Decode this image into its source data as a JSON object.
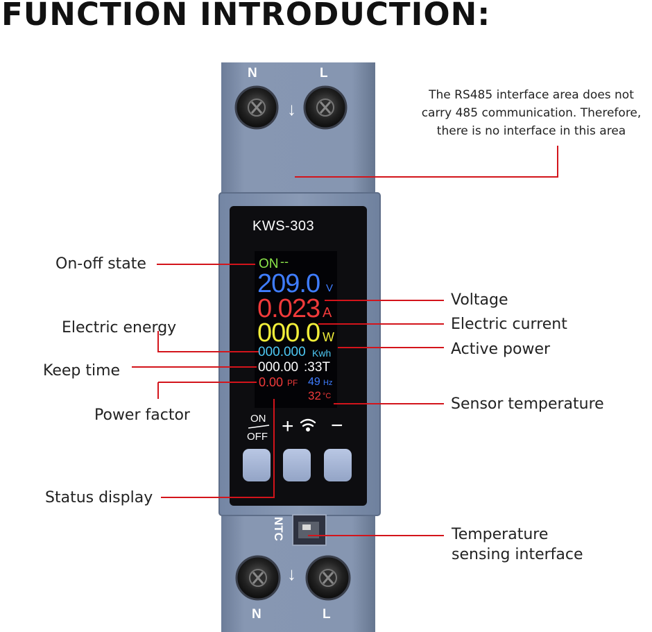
{
  "title": "FUNCTION INTRODUCTION:",
  "device": {
    "model": "KWS-303",
    "top_terminals": [
      "N",
      "L"
    ],
    "bottom_terminals": [
      "N",
      "L"
    ],
    "ntc_label": "NTC",
    "arrow": "↓"
  },
  "display": {
    "state": "ON",
    "state_mark": "--",
    "voltage_value": "209.0",
    "voltage_unit": "V",
    "current_value": "0.023",
    "current_unit": "A",
    "power_value": "000.0",
    "power_unit": "W",
    "energy_value": "000.000",
    "energy_unit": "Kwh",
    "time_value": "000.00",
    "time_suffix": ":33T",
    "pf_value": "0.00",
    "pf_unit": "PF",
    "freq_value": "49",
    "freq_unit": "Hz",
    "temp_value": "32",
    "temp_unit": "°C"
  },
  "buttons": {
    "onoff_top": "ON",
    "onoff_bottom": "OFF",
    "plus": "+",
    "minus": "−"
  },
  "callouts": {
    "rs485_note": [
      "The RS485 interface area does not",
      "carry 485 communication. Therefore,",
      "there is no interface in this area"
    ],
    "on_off_state": "On-off state",
    "electric_energy": "Electric energy",
    "keep_time": "Keep time",
    "power_factor": "Power factor",
    "status_display": "Status display",
    "voltage": "Voltage",
    "electric_current": "Electric current",
    "active_power": "Active power",
    "sensor_temperature": "Sensor temperature",
    "temperature_sensing_interface": [
      "Temperature",
      "sensing interface"
    ]
  },
  "colors": {
    "callout_line": "#d3141b",
    "housing": "#7e8ea9",
    "lcd_green": "#8ce64a",
    "lcd_blue": "#3f7dff",
    "lcd_red": "#f03a3a",
    "lcd_yellow": "#f1ee39",
    "lcd_cyan": "#4ec9f5"
  }
}
